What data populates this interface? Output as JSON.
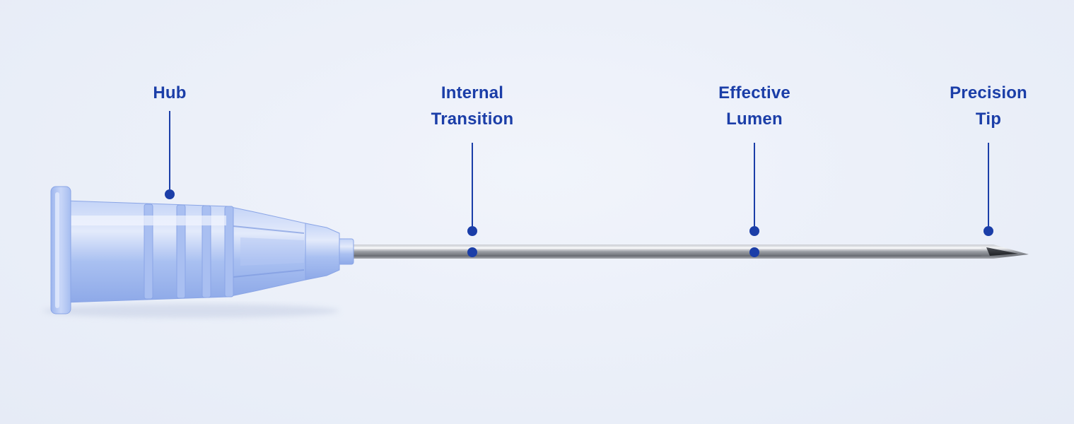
{
  "callouts": [
    {
      "id": "hub",
      "lines": [
        "Hub"
      ]
    },
    {
      "id": "internal-transition",
      "lines": [
        "Internal",
        "Transition"
      ]
    },
    {
      "id": "effective-lumen",
      "lines": [
        "Effective",
        "Lumen"
      ]
    },
    {
      "id": "precision-tip",
      "lines": [
        "Precision",
        "Tip"
      ]
    }
  ],
  "colors": {
    "accent": "#1B3EA8",
    "hub_plastic": "#9DB8F0",
    "shaft_metal": "#8C8F96"
  }
}
